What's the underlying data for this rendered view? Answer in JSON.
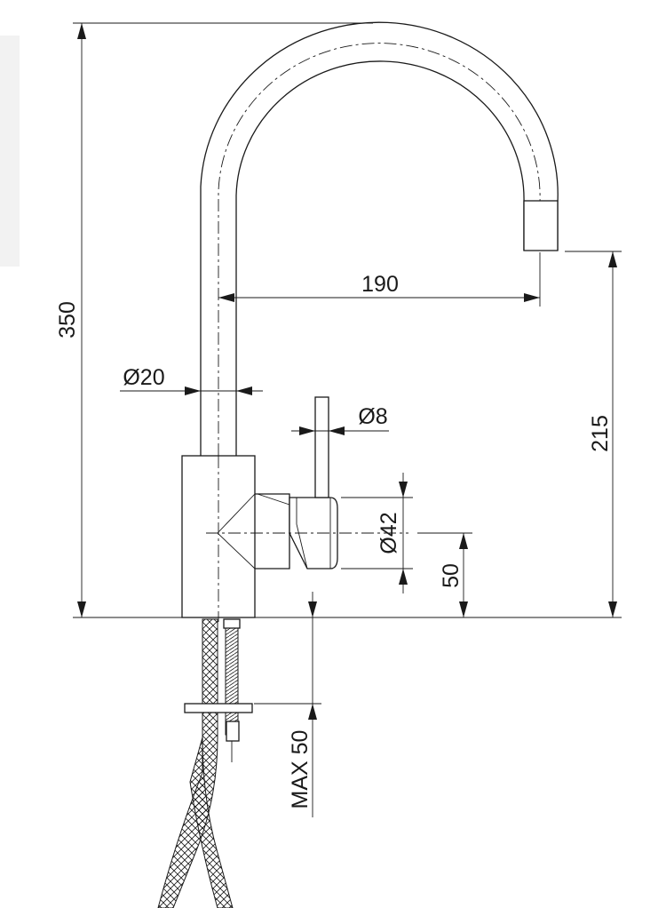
{
  "dimensions": {
    "overall_height": "350",
    "spout_reach": "190",
    "spout_height": "215",
    "pipe_diameter": "Ø20",
    "lever_diameter": "Ø8",
    "handle_diameter": "Ø42",
    "handle_height": "50",
    "max_thickness": "MAX 50"
  }
}
